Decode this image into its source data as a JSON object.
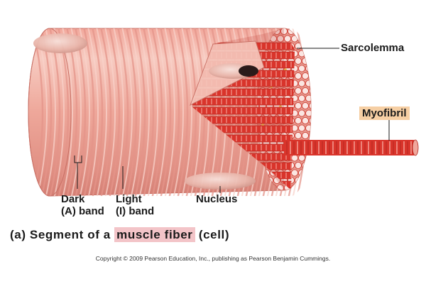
{
  "labels": {
    "sarcolemma": "Sarcolemma",
    "myofibril": "Myofibril",
    "dark_band_line1": "Dark",
    "dark_band_line2": "(A) band",
    "light_band_line1": "Light",
    "light_band_line2": "(I) band",
    "nucleus": "Nucleus"
  },
  "caption": {
    "prefix": "(a) Segment of a",
    "highlight": "muscle fiber",
    "suffix": "(cell)"
  },
  "copyright": "Copyright © 2009 Pearson Education, Inc., publishing as Pearson Benjamin Cummings.",
  "colors": {
    "fiber_light": "#f4bdb0",
    "fiber_dark": "#e08a80",
    "myofibril_red": "#d9342b",
    "myofibril_highlight": "#fbe6e2",
    "myofibril_label_bg": "#f6cfa4",
    "caption_highlight_bg": "#f3c4c8"
  }
}
